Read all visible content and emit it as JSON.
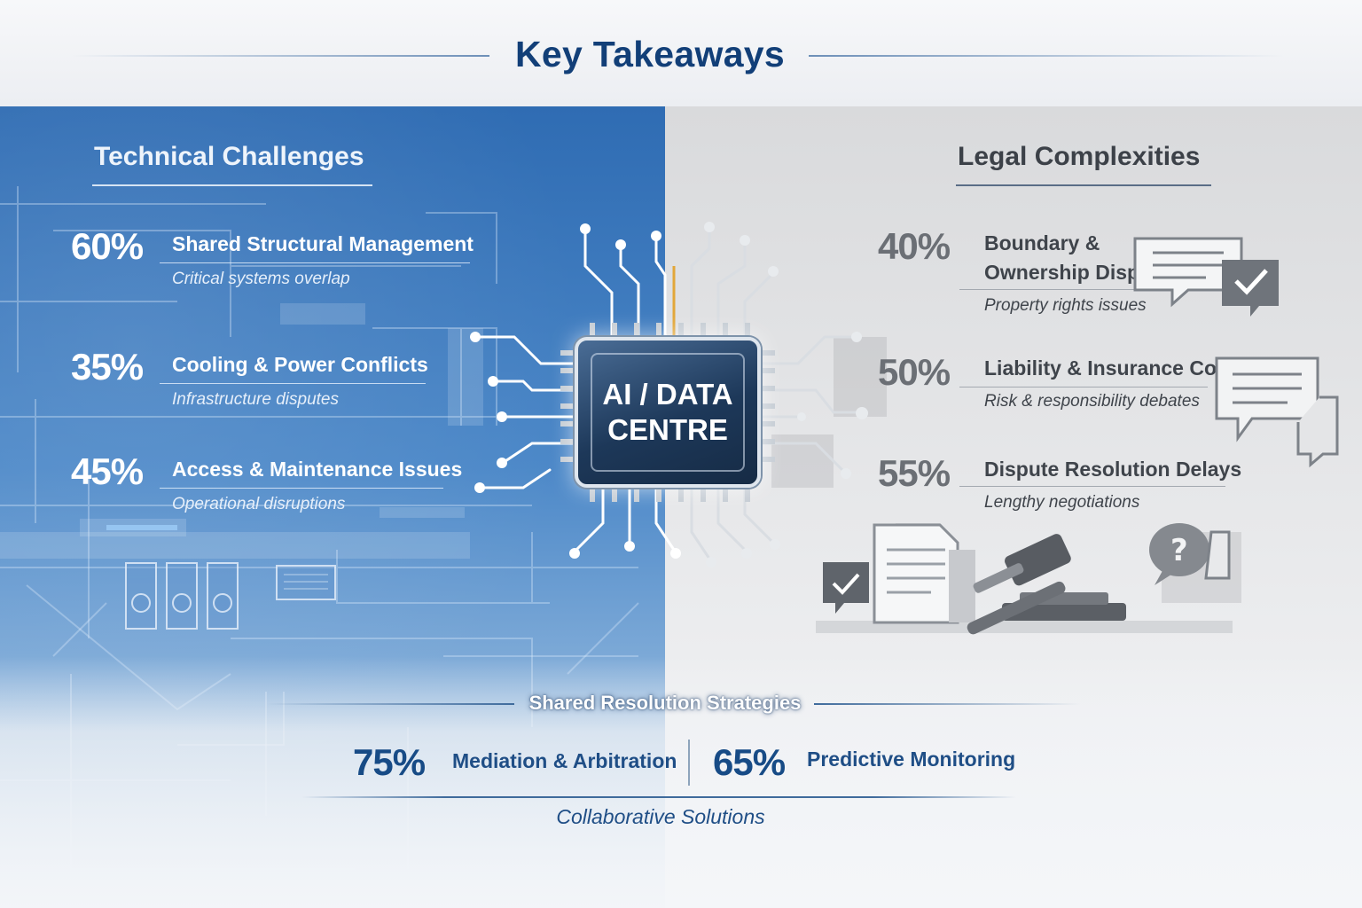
{
  "header": {
    "title": "Key Takeaways"
  },
  "center": {
    "chip_label_line1": "AI / DATA",
    "chip_label_line2": "CENTRE"
  },
  "technical": {
    "title": "Technical Challenges",
    "items": [
      {
        "percent": "60%",
        "label": "Shared Structural Management",
        "sub": "Critical systems overlap"
      },
      {
        "percent": "35%",
        "label": "Cooling & Power Conflicts",
        "sub": "Infrastructure disputes"
      },
      {
        "percent": "45%",
        "label": "Access & Maintenance Issues",
        "sub": "Operational disruptions"
      }
    ]
  },
  "legal": {
    "title": "Legal Complexities",
    "items": [
      {
        "percent": "40%",
        "label_line1": "Boundary &",
        "label_line2": "Ownership Disputes",
        "sub": "Property rights issues"
      },
      {
        "percent": "50%",
        "label": "Liability & Insurance Conflicts",
        "sub": "Risk & responsibility debates"
      },
      {
        "percent": "55%",
        "label": "Dispute Resolution Delays",
        "sub": "Lengthy negotiations"
      }
    ]
  },
  "strategies": {
    "title": "Shared Resolution Strategies",
    "items": [
      {
        "percent": "75%",
        "label": "Mediation & Arbitration"
      },
      {
        "percent": "65%",
        "label": "Predictive Monitoring"
      }
    ],
    "sub": "Collaborative Solutions"
  },
  "icons": [
    "chat-check-icon",
    "chat-lines-icon",
    "document-icon",
    "gavel-icon",
    "question-chat-icon",
    "check-chat-icon",
    "chip-icon"
  ],
  "colors": {
    "title_blue": "#123f78",
    "tech_panel": "#3a78bd",
    "legal_panel": "#e0e1e3",
    "strategy_blue": "#174b86"
  }
}
